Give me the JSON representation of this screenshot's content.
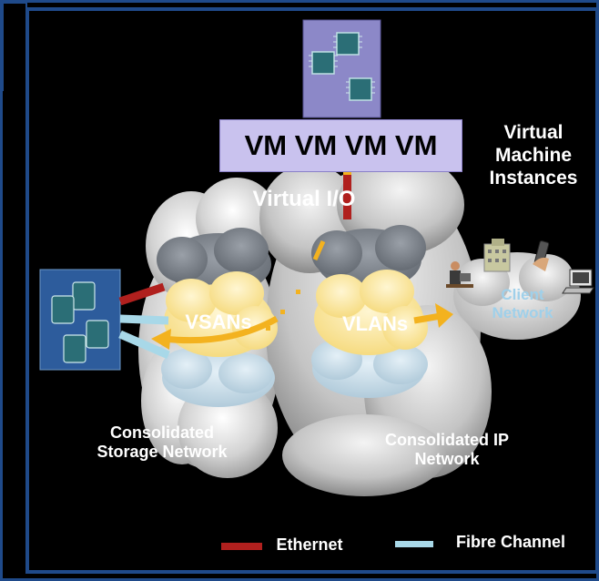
{
  "colors": {
    "background": "#000000",
    "frame_blue": "#1f4a8a",
    "ethernet": "#b0201e",
    "fibre_channel": "#a8d8e8",
    "vm_bar": "#c9c2ee",
    "cloud_fill": "#d8d8d8",
    "inner_cloud": "#fde9a8",
    "arrow": "#f3b21f",
    "client_text": "#9fd0ea"
  },
  "icons": {
    "server_chips": "cpu-chip-icon",
    "storage": "database-cylinder-icon",
    "client_building": "building-icon",
    "client_phone": "mobile-phone-icon",
    "client_laptop": "laptop-icon",
    "client_person": "user-at-desk-icon"
  },
  "vm_bar": {
    "label": "VM VM VM VM"
  },
  "virtual_machine_instances": "Virtual\nMachine\nInstances",
  "virtual_io": "Virtual I/O",
  "vsans": "VSANs",
  "vlans": "VLANs",
  "client_network": "Client\nNetwork",
  "consolidated_storage": "Consolidated\nStorage Network",
  "consolidated_ip": "Consolidated IP\nNetwork",
  "legend": {
    "ethernet": "Ethernet",
    "fibre_channel": "Fibre Channel"
  }
}
